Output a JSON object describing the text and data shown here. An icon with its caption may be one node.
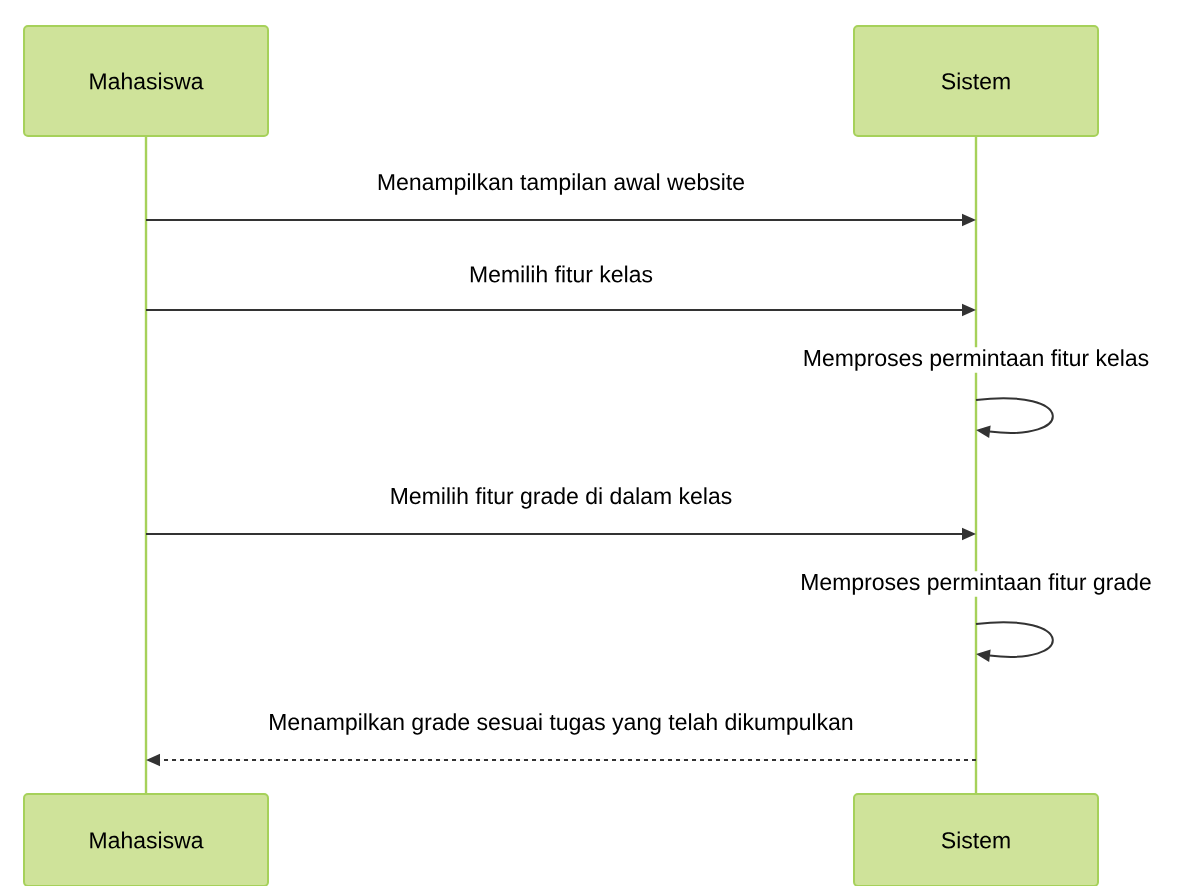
{
  "diagram": {
    "nodes": [
      {
        "text": [
          "Mahasiswa",
          "Mahasiswa"
        ]
      },
      {
        "text": [
          "Sistem",
          "Sistem"
        ]
      }
    ],
    "edges": [
      {
        "from": 0,
        "to": 1,
        "arrow": "to",
        "label": "Menampilkan tampilan awal website"
      },
      {
        "from": 0,
        "to": 1,
        "arrow": "to",
        "label": "Memilih fitur kelas"
      },
      {
        "from": 1,
        "to": 1,
        "arrow": "to",
        "label": "Memproses permintaan fitur kelas"
      },
      {
        "from": 0,
        "to": 1,
        "arrow": "to",
        "label": "Memilih fitur grade di dalam kelas"
      },
      {
        "from": 1,
        "to": 1,
        "arrow": "to",
        "label": "Memproses permintaan fitur grade"
      },
      {
        "from": 1,
        "to": 0,
        "arrow": "to",
        "style": "dashed",
        "label": "Menampilkan grade sesuai tugas yang telah dikumpulkan"
      }
    ]
  }
}
